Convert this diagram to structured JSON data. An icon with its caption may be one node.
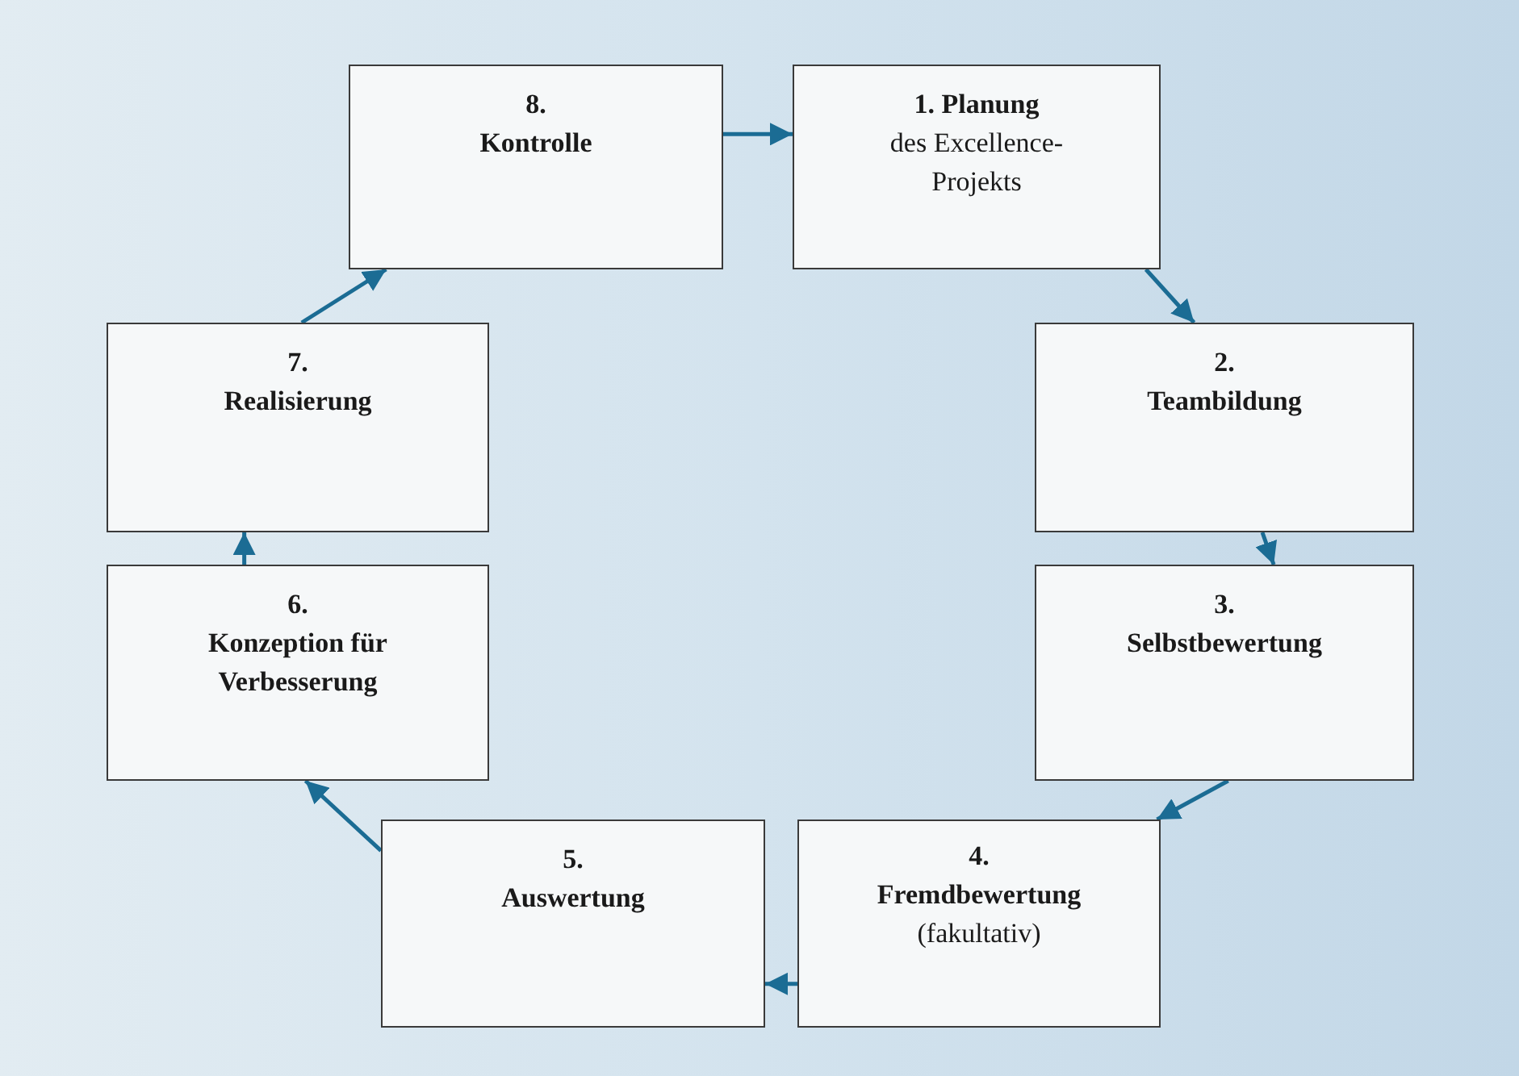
{
  "diagram": {
    "nodes": [
      {
        "text": [
          "8.",
          "Kontrolle"
        ]
      },
      {
        "text": [
          "1. Planung",
          "des Excellence-Projekts"
        ]
      },
      {
        "text": [
          "2.",
          "Teambildung"
        ]
      },
      {
        "text": [
          "3.",
          "Selbstbewertung"
        ]
      },
      {
        "text": [
          "4.",
          "Fremdbewertung",
          "(fakultativ)"
        ]
      },
      {
        "text": [
          "5.",
          "Auswertung"
        ]
      },
      {
        "text": [
          "6.",
          "Konzeption für Verbesserung"
        ]
      },
      {
        "text": [
          "7.",
          "Realisierung"
        ]
      }
    ],
    "edges": [
      {
        "from": 0,
        "to": 1,
        "arrow": "to"
      },
      {
        "from": 1,
        "to": 2,
        "arrow": "to"
      },
      {
        "from": 2,
        "to": 3,
        "arrow": "to"
      },
      {
        "from": 3,
        "to": 4,
        "arrow": "to"
      },
      {
        "from": 4,
        "to": 5,
        "arrow": "to"
      },
      {
        "from": 5,
        "to": 6,
        "arrow": "to"
      },
      {
        "from": 6,
        "to": 7,
        "arrow": "to"
      },
      {
        "from": 7,
        "to": 0,
        "arrow": "to"
      }
    ]
  }
}
